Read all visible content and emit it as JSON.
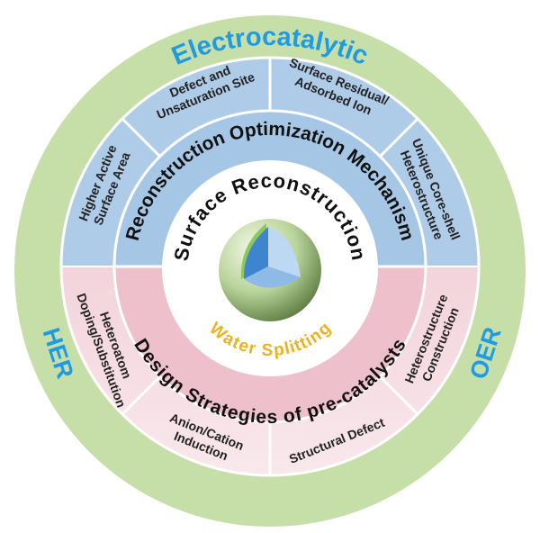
{
  "outer_label": "Electrocatalytic",
  "side_labels": {
    "left": "HER",
    "right": "OER"
  },
  "top_ring_title": "Reconstruction Optimization Mechanism",
  "bottom_ring_title": "Design Strategies of pre-catalysts",
  "center_title": "Surface Reconstruction",
  "center_subtitle": "Water Splitting",
  "top_segments": [
    {
      "line1": "Higher Active",
      "line2": "Surface Area"
    },
    {
      "line1": "Defect and",
      "line2": "Unsaturation Site"
    },
    {
      "line1": "Surface Residual/",
      "line2": "Adsorbed Ion"
    },
    {
      "line1": "Unique Core-shell",
      "line2": "Heterostructure"
    }
  ],
  "bottom_segments": [
    {
      "line1": "Heteroatom",
      "line2": "Doping/Substitution"
    },
    {
      "line1": "Anion/Cation",
      "line2": "Induction"
    },
    {
      "line1": "Structural Defect",
      "line2": ""
    },
    {
      "line1": "Heterostructure",
      "line2": "Construction"
    }
  ],
  "colors": {
    "outer_ring": "#c6dfa9",
    "blue_ring": "#a9c8e6",
    "pink_ring": "#efc3ce",
    "label_blue": "#1e9be2",
    "subtitle_gold": "#e9b21e"
  }
}
